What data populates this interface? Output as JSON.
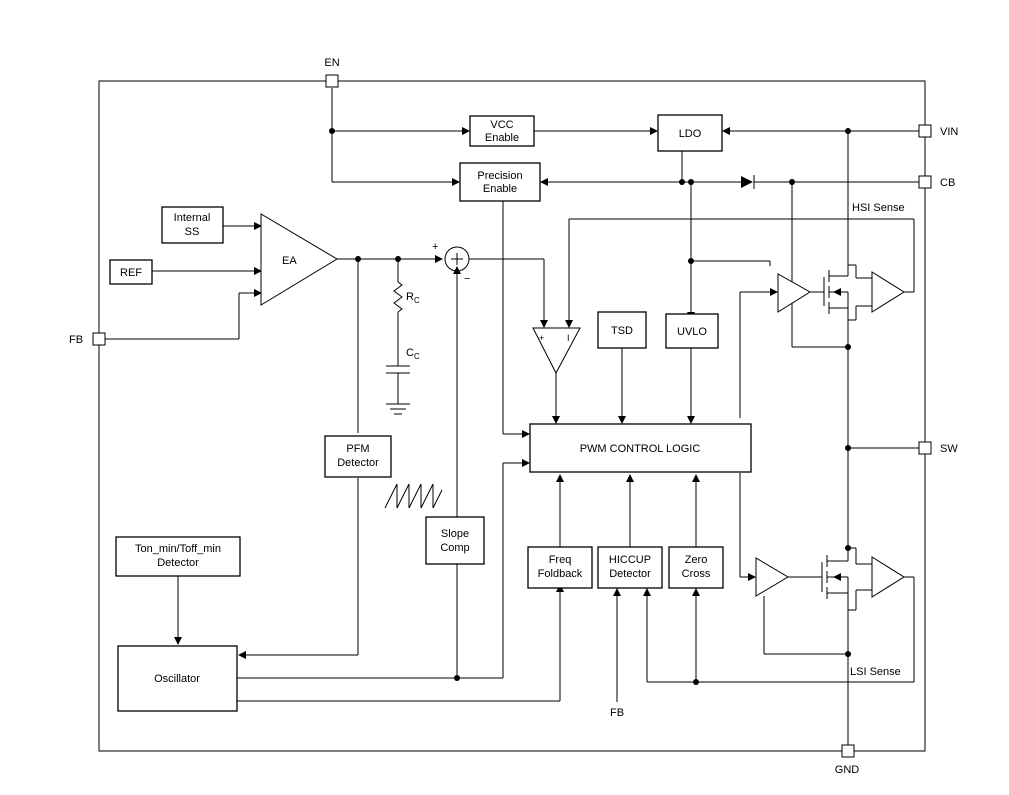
{
  "pins": {
    "en": "EN",
    "vin": "VIN",
    "cb": "CB",
    "fb": "FB",
    "sw": "SW",
    "gnd": "GND",
    "fb_bottom": "FB"
  },
  "blocks": {
    "vcc_enable": [
      "VCC",
      "Enable"
    ],
    "ldo": [
      "LDO"
    ],
    "precision_enable": [
      "Precision",
      "Enable"
    ],
    "internal_ss": [
      "Internal",
      "SS"
    ],
    "ref": [
      "REF"
    ],
    "tsd": [
      "TSD"
    ],
    "uvlo": [
      "UVLO"
    ],
    "pfm_detector": [
      "PFM",
      "Detector"
    ],
    "pwm_control_logic": [
      "PWM CONTROL LOGIC"
    ],
    "slope_comp": [
      "Slope",
      "Comp"
    ],
    "ton_toff_detector": [
      "Ton_min/Toff_min",
      "Detector"
    ],
    "oscillator": [
      "Oscillator"
    ],
    "freq_foldback": [
      "Freq",
      "Foldback"
    ],
    "hiccup_detector": [
      "HICCUP",
      "Detector"
    ],
    "zero_cross": [
      "Zero",
      "Cross"
    ]
  },
  "labels": {
    "ea": "EA",
    "hsi_sense": "HSI Sense",
    "lsi_sense": "LSI Sense",
    "plus": "+",
    "minus": "−",
    "comp_plus": "+",
    "comp_minus": "I",
    "rc_main": "R",
    "rc_sub": "C",
    "cc_main": "C",
    "cc_sub": "C"
  }
}
